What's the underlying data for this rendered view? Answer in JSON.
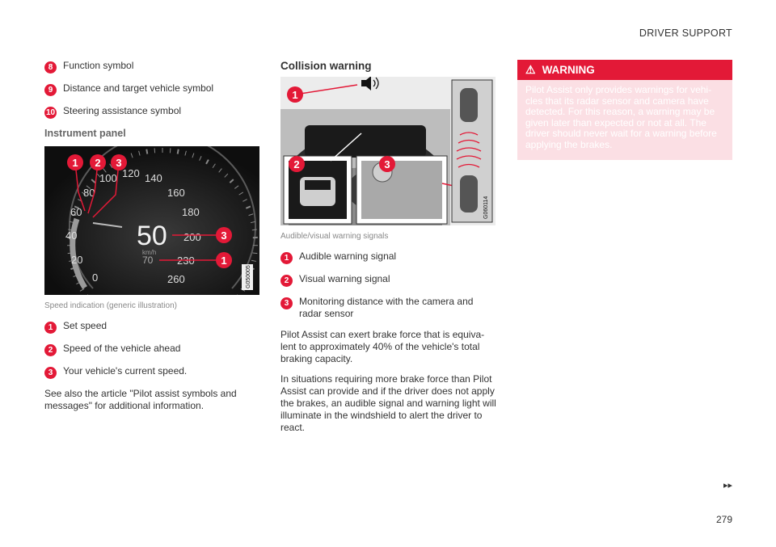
{
  "header": {
    "section": "DRIVER SUPPORT"
  },
  "col1": {
    "items_top": [
      {
        "num": "8",
        "text": "Function symbol"
      },
      {
        "num": "9",
        "text": "Distance and target vehicle symbol"
      },
      {
        "num": "10",
        "text": "Steering assistance symbol"
      }
    ],
    "subheading": "Instrument panel",
    "figure": {
      "speed": "50",
      "unit": "km/h",
      "set_speed": "70",
      "image_code": "G050005",
      "ticks": [
        "0",
        "20",
        "40",
        "60",
        "80",
        "100",
        "120",
        "140",
        "160",
        "180",
        "200",
        "230",
        "260"
      ],
      "callouts": [
        "1",
        "2",
        "3",
        "3",
        "1"
      ]
    },
    "caption": "Speed indication (generic illustration)",
    "items": [
      {
        "num": "1",
        "text": "Set speed"
      },
      {
        "num": "2",
        "text": "Speed of the vehicle ahead"
      },
      {
        "num": "3",
        "text": "Your vehicle's current speed."
      }
    ],
    "paragraph": "See also the article \"Pilot assist symbols and messages\" for additional information."
  },
  "col2": {
    "heading": "Collision warning",
    "figure": {
      "image_code": "G060114",
      "callouts": [
        "1",
        "2",
        "3"
      ]
    },
    "caption": "Audible/visual warning signals",
    "items": [
      {
        "num": "1",
        "text": "Audible warning signal"
      },
      {
        "num": "2",
        "text": "Visual warning signal"
      },
      {
        "num": "3",
        "text": "Monitoring distance with the camera and radar sensor"
      }
    ],
    "paragraphs": [
      "Pilot Assist can exert brake force that is equiva-lent to approximately 40% of the vehicle's total braking capacity.",
      "In situations requiring more brake force than Pilot Assist can provide and if the driver does not apply the brakes, an audible signal and warning light will illuminate in the windshield to alert the driver to react."
    ]
  },
  "col3": {
    "warning_title": "WARNING",
    "warning_text": "Pilot Assist only provides warnings for vehi-cles that its radar sensor and camera have detected. For this reason, a warning may be given later than expected or not at all. The driver should never wait for a warning before applying the brakes."
  },
  "footer": {
    "nav": "▸▸",
    "page_number": "279"
  },
  "colors": {
    "accent_red": "#e31937",
    "warning_bg": "#fbdfe4"
  }
}
